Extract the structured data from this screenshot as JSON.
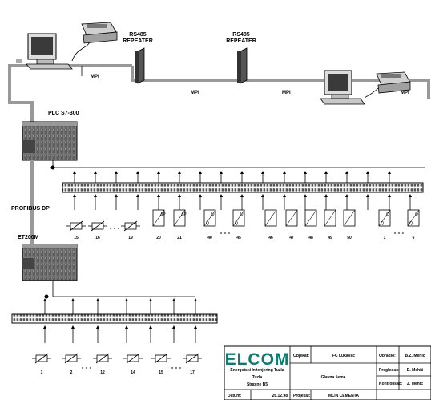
{
  "labels": {
    "repeater1": [
      "RS485",
      "REPEATER"
    ],
    "repeater2": [
      "RS485",
      "REPEATER"
    ],
    "mpi": [
      "MPI",
      "MPI",
      "MPI",
      "MPI"
    ],
    "plc": "PLC S7-300",
    "profibus": "PROFIBUS DP",
    "et200": "ET200M"
  },
  "plc_channels": {
    "thermo": [
      "15",
      "16",
      "19"
    ],
    "dp": [
      "20",
      "21"
    ],
    "uq": [
      "40",
      "45"
    ],
    "slash": [
      "46",
      "47",
      "48",
      "49",
      "50"
    ],
    "q": [
      "1",
      "6"
    ]
  },
  "et_channels": [
    "1",
    "2",
    "12",
    "14",
    "15",
    "17"
  ],
  "title_block": {
    "logo": "ELCOM",
    "company_line": "Energetski Inženjering Tuzla",
    "city": "Tuzla",
    "street": "Stupine B5",
    "objekat_label": "Objekat:",
    "objekat_value": "FC Lukavac",
    "crtez_value": "Glavna šema",
    "obradio_label": "Obradio:",
    "obradio_value": "B.Z. Mehić",
    "pregledao_label": "Pregledao:",
    "pregledao_value": "D. Mehić",
    "kontrolisao_label": "Kontrolisao:",
    "kontrolisao_value": "Z. Mehić",
    "datum_label": "Datum:",
    "datum_value": "26.12.98.",
    "projekat_label": "Projekat:",
    "projekat_value": "MLIN CEMENTA"
  }
}
